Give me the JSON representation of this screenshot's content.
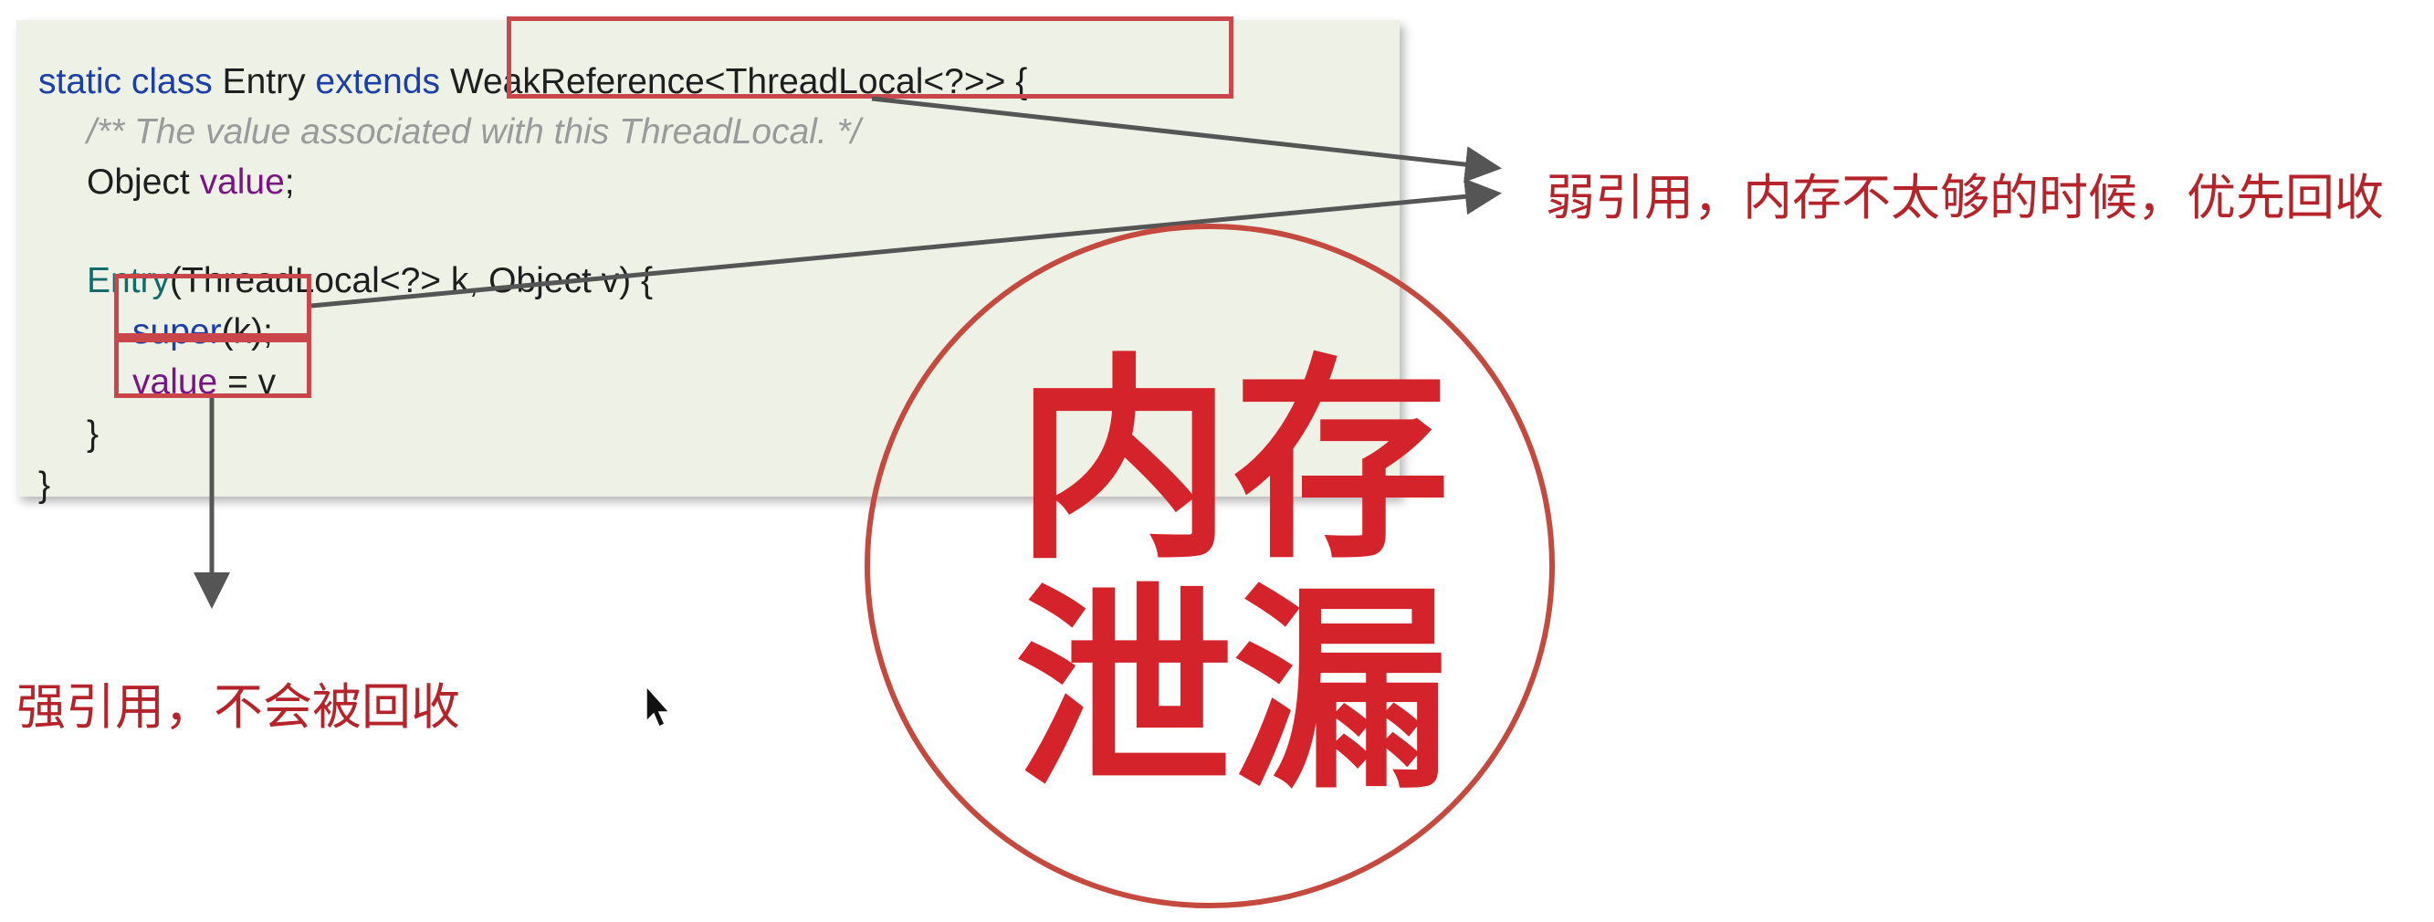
{
  "code": {
    "line1_a": "static class",
    "line1_b": " Entry ",
    "line1_c": "extends",
    "line1_d": " WeakReference<ThreadLocal<?>> {",
    "line2": "/** The value associated with this ThreadLocal. */",
    "line3_a": "Object ",
    "line3_b": "value",
    "line3_c": ";",
    "line5_a": "Entry",
    "line5_b": "(ThreadLocal<?> k, Object v) {",
    "line6_a": "super",
    "line6_b": "(k);",
    "line7_a": "value",
    "line7_b": " = v",
    "line8": "}",
    "line9": "}"
  },
  "annotations": {
    "weak_ref": "弱引用，内存不太够的时候，优先回收",
    "strong_ref": "强引用，不会被回收",
    "stamp_line1": "内存",
    "stamp_line2": "泄漏"
  },
  "colors": {
    "highlight": "#c9474b",
    "annotation": "#b5242a",
    "stamp": "#d4232b",
    "arrow": "#555555"
  },
  "icons": {
    "cursor": "mouse-pointer-icon"
  }
}
